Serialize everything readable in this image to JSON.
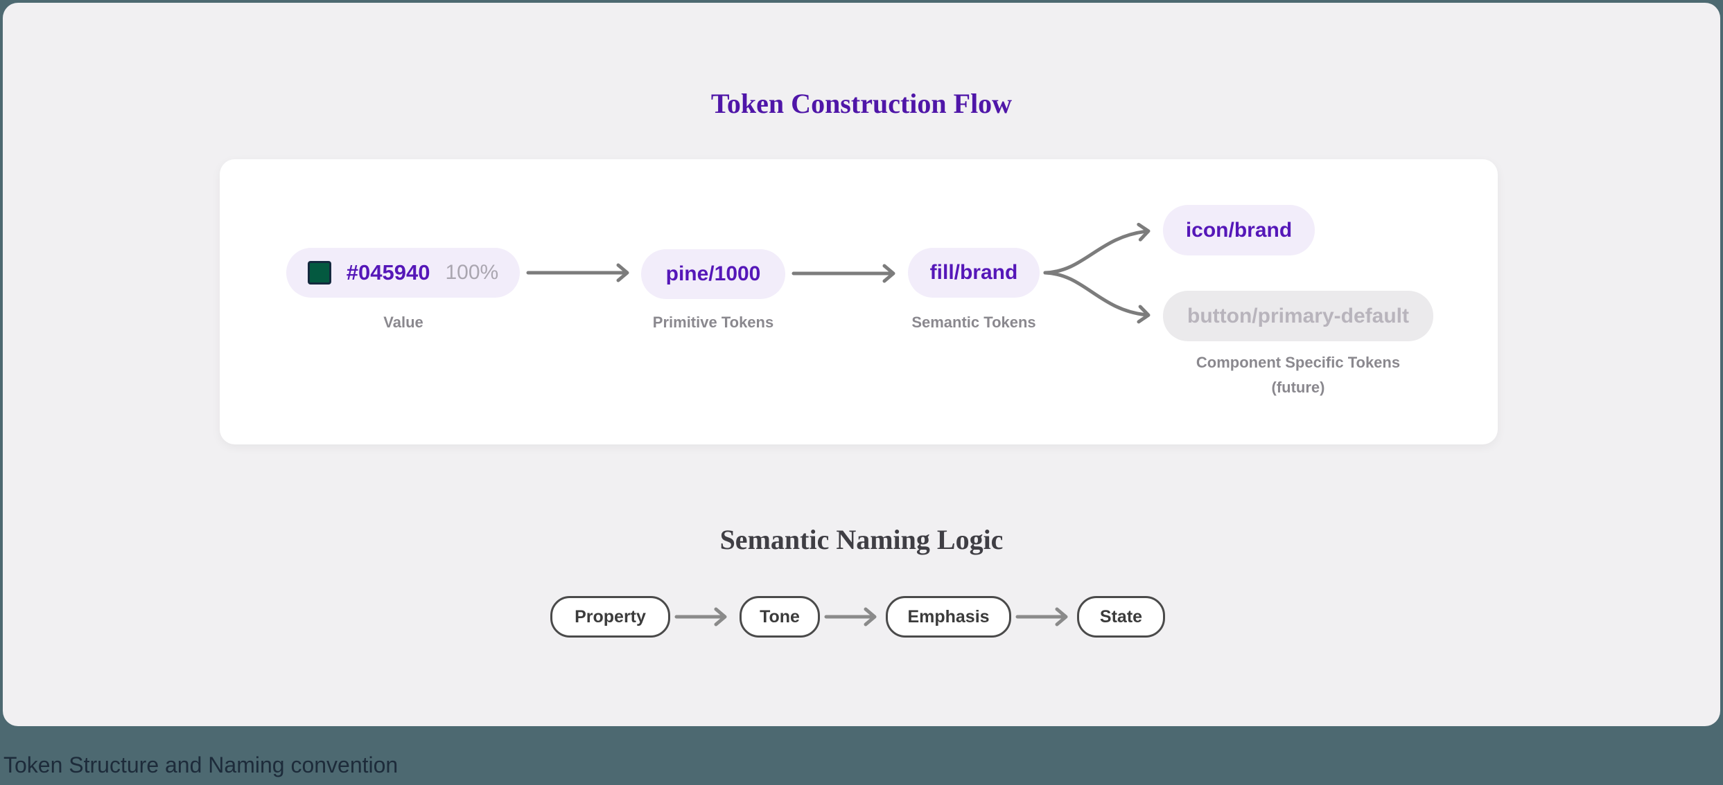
{
  "colors": {
    "canvas_bg": "#4d6971",
    "panel_bg": "#f1f0f2",
    "card_bg": "#ffffff",
    "accent_title": "#4f16a8",
    "accent_token": "#5517b8",
    "pill_lavender": "#f2edfa",
    "pill_gray": "#ebeaec",
    "pill_gray_text": "#b8b4bc",
    "label_gray": "#8a888e",
    "opacity_gray": "#aaa6b0",
    "arrow_gray": "#7c7c7c",
    "naming_arrow_gray": "#8a8a8a",
    "naming_border": "#4a4a4a",
    "naming_text": "#3b3b3b",
    "swatch_green": "#045940",
    "swatch_border": "#14293e",
    "title2_color": "#3f3e44",
    "caption_color": "#1d2b3a"
  },
  "token_flow": {
    "title": "Token Construction Flow",
    "value_node": {
      "swatch_color": "#045940",
      "hex": "#045940",
      "opacity": "100%",
      "label": "Value"
    },
    "primitive_node": {
      "token": "pine/1000",
      "label": "Primitive Tokens"
    },
    "semantic_node": {
      "token": "fill/brand",
      "label": "Semantic Tokens"
    },
    "component_nodes": {
      "icon_token": "icon/brand",
      "button_token": "button/primary-default",
      "label_line1": "Component Specific Tokens",
      "label_line2": "(future)"
    }
  },
  "naming_logic": {
    "title": "Semantic Naming Logic",
    "steps": [
      "Property",
      "Tone",
      "Emphasis",
      "State"
    ]
  },
  "caption": "Token Structure and Naming convention"
}
